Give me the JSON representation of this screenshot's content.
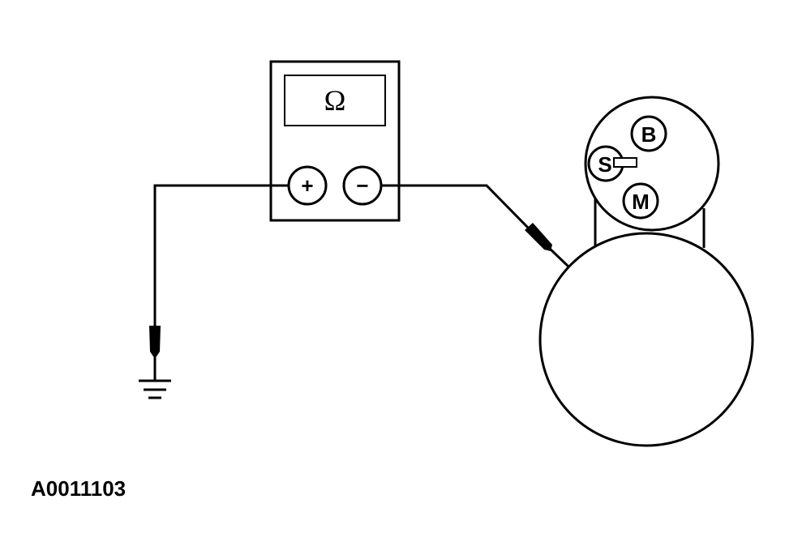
{
  "meter": {
    "display_symbol": "Ω",
    "positive_terminal": "+",
    "negative_terminal": "−"
  },
  "solenoid": {
    "terminal_b": "B",
    "terminal_s": "S",
    "terminal_m": "M"
  },
  "figure_id": "A0011103"
}
